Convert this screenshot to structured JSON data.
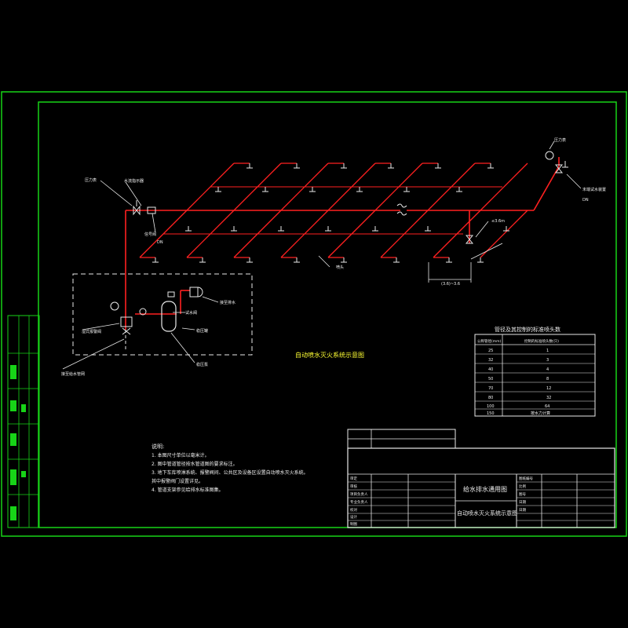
{
  "diagram": {
    "title": "自动喷水灭火系统示意图",
    "labels": {
      "pressure_gauge": "压力表",
      "alarm_valve": "湿式报警阀",
      "test_valve": "试水阀",
      "flow_indicator": "水流指示器",
      "signal_valve": "信号阀",
      "pipe_dn": "DN",
      "to_drain": "接至排水",
      "pressure_tank": "稳压罐",
      "pump": "稳压泵",
      "to_building": "接至给水管网",
      "end_test": "末端试水装置",
      "drain_dn": "DN",
      "sprinkler": "喷头",
      "spacing": "≤3.6m",
      "dim": "(3.6)~3.6"
    }
  },
  "table": {
    "title": "管径及其控制的标准喷头数",
    "headers": [
      "公称管径(mm)",
      "控制的标准喷头数(只)"
    ],
    "rows": [
      [
        "25",
        "1"
      ],
      [
        "32",
        "3"
      ],
      [
        "40",
        "4"
      ],
      [
        "50",
        "8"
      ],
      [
        "70",
        "12"
      ],
      [
        "80",
        "32"
      ],
      [
        "100",
        "64"
      ],
      [
        "150",
        "按水力计算"
      ]
    ]
  },
  "notes": {
    "heading": "说明:",
    "items": [
      "1. 本图尺寸单位以毫米计。",
      "2. 图中管道管径按水管道图的要求标注。",
      "3. 地下车库喷淋系统、报警阀间、公共区及设备区设置自动喷水灭火系统。",
      "   其中报警阀门设置详见。",
      "4. 管道支架参见给排水标准图集。"
    ]
  },
  "title_block": {
    "drawing_name": "给水排水通用图",
    "sheet_title": "自动喷水灭火系统示意图",
    "small_rows": [
      "审定",
      "审核",
      "项目负责人",
      "专业负责人",
      "校对",
      "设计",
      "制图"
    ],
    "right_rows": [
      "图纸编号",
      "比例",
      "图号",
      "日期",
      "日期"
    ]
  }
}
